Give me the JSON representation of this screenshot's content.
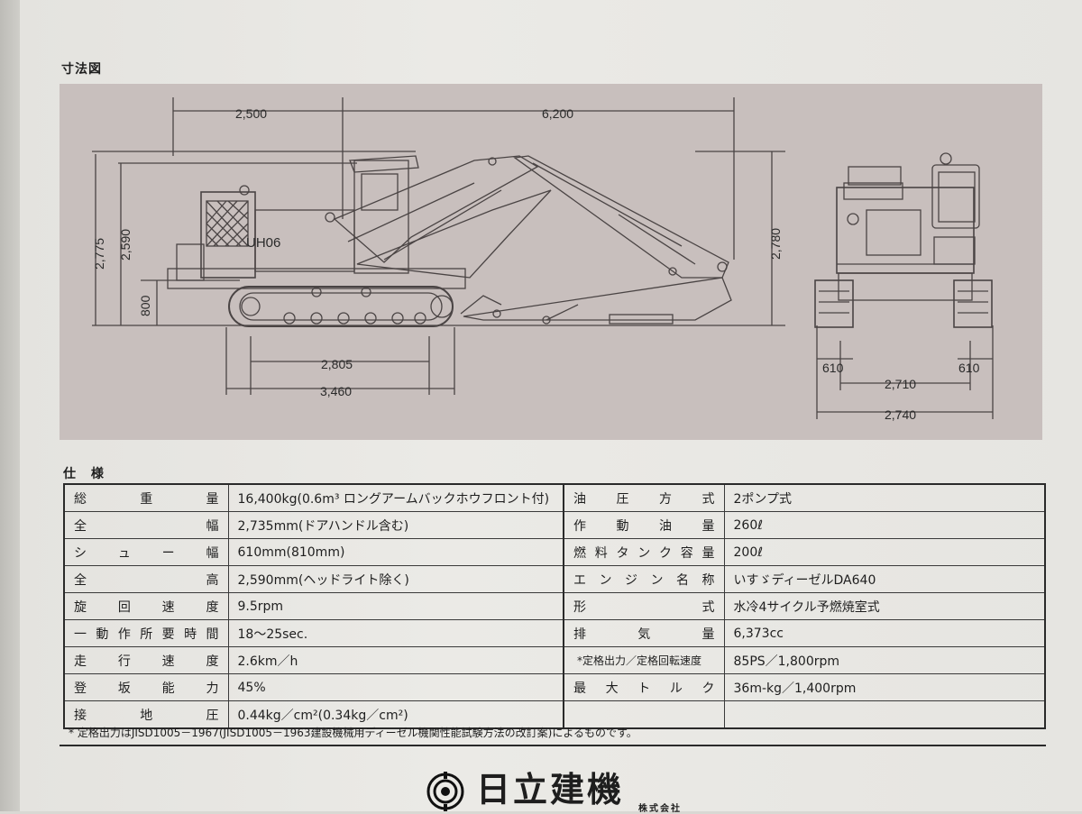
{
  "headings": {
    "figure": "寸法図",
    "spec": "仕 様"
  },
  "figure": {
    "model_plate": "UH06",
    "dims": {
      "top_left": "2,500",
      "top_right": "6,200",
      "height_overall": "2,775",
      "height_cab": "2,590",
      "counterweight": "800",
      "boom_height": "2,780",
      "tumbler_distance": "2,805",
      "track_length": "3,460",
      "shoe_left": "610",
      "shoe_right": "610",
      "track_gauge": "2,710",
      "overall_width": "2,740"
    }
  },
  "spec_rows": [
    {
      "l1": "総重量",
      "v1": "16,400kg(0.6m³ ロングアームバックホウフロント付)",
      "l2": "油圧方式",
      "v2": "2ポンプ式"
    },
    {
      "l1": "全幅",
      "v1": "2,735mm(ドアハンドル含む)",
      "l2": "作動油量",
      "v2": "260ℓ"
    },
    {
      "l1": "シュー幅",
      "v1": "610mm(810mm)",
      "l2": "燃料タンク容量",
      "v2": "200ℓ"
    },
    {
      "l1": "全高",
      "v1": "2,590mm(ヘッドライト除く)",
      "l2": "エンジン名称",
      "v2": "いすゞディーゼルDA640"
    },
    {
      "l1": "旋回速度",
      "v1": "9.5rpm",
      "l2": "形式",
      "v2": "水冷4サイクル予燃焼室式"
    },
    {
      "l1": "一動作所要時間",
      "v1": "18～25sec.",
      "l2": "排気量",
      "v2": "6,373cc"
    },
    {
      "l1": "走行速度",
      "v1": "2.6km／h",
      "l2": "*定格出力／定格回転速度",
      "v2": "85PS／1,800rpm"
    },
    {
      "l1": "登坂能力",
      "v1": "45%",
      "l2": "最大トルク",
      "v2": "36m-kg／1,400rpm"
    },
    {
      "l1": "接地圧",
      "v1": "0.44kg／cm²(0.34kg／cm²)",
      "l2": "",
      "v2": ""
    }
  ],
  "footnote": "* 定格出力はJISD1005－1967(JISD1005－1963建設機械用ディーゼル機関性能試験方法の改訂案)によるものです。",
  "brand": {
    "name": "日立建機",
    "suffix": "株式会社"
  }
}
